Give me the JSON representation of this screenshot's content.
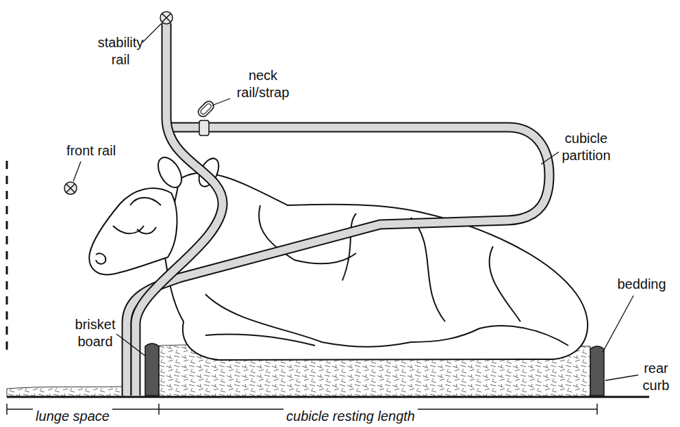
{
  "diagram": {
    "labels": [
      "stability rail",
      "neck rail/strap",
      "front rail",
      "cubicle partition",
      "bedding",
      "brisket board",
      "rear curb",
      "lunge space",
      "cubicle resting length"
    ]
  }
}
